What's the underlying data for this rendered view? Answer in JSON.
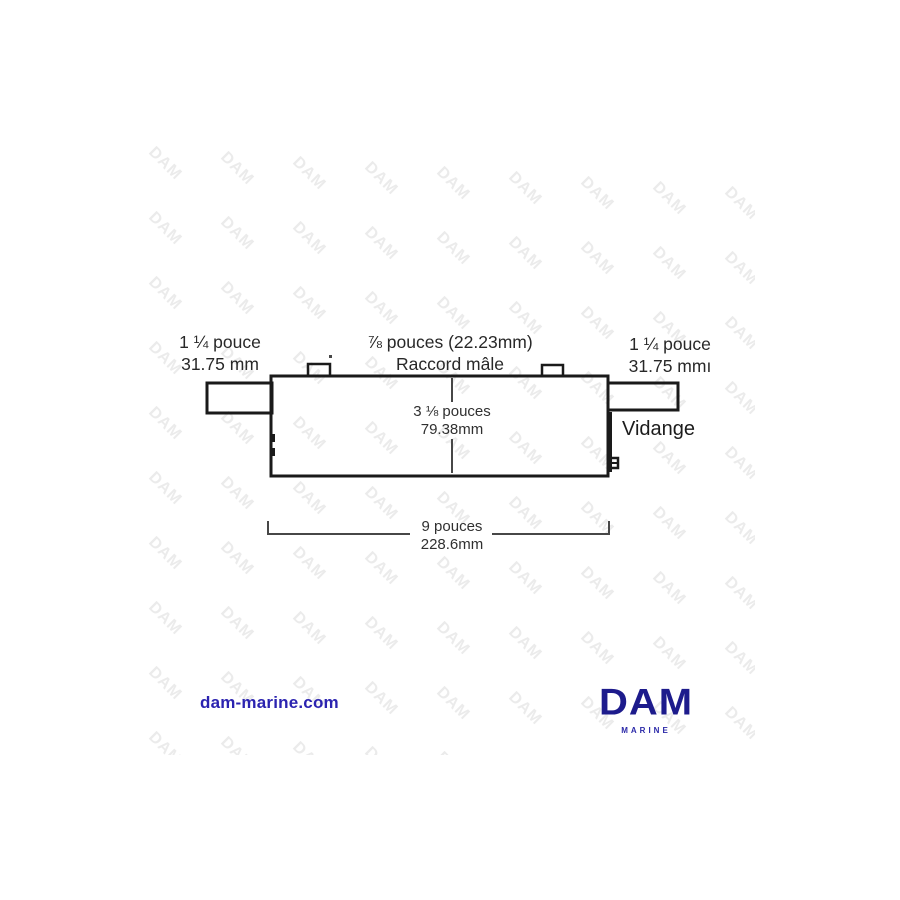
{
  "diagram": {
    "labels": {
      "left_port": {
        "line1": "1 ¼ pouce",
        "line2": "31.75 mm"
      },
      "top_fitting": {
        "line1": "⅞ pouces (22.23mm)",
        "line2": "Raccord mâle"
      },
      "right_port": {
        "line1": "1 ¼ pouce",
        "line2": "31.75 mmı"
      },
      "height_dim": {
        "line1": "3 ⅛ pouces",
        "line2": "79.38mm"
      },
      "length_dim": {
        "line1": "9 pouces",
        "line2": "228.6mm"
      },
      "drain": "Vidange"
    },
    "line_color": "#1a1a1a",
    "dim_line_color": "#474747"
  },
  "watermark": {
    "text": "DAM",
    "color": "#ebebeb"
  },
  "footer": {
    "website": "dam-marine.com",
    "website_color": "#2b23b0",
    "logo_text": "DAM",
    "logo_subtext": "MARINE",
    "logo_color": "#1d1b8c",
    "logo_sub_color": "#2a28a8"
  }
}
